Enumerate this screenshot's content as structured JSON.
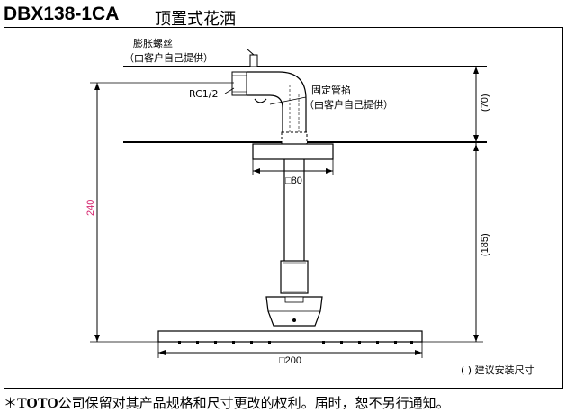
{
  "header": {
    "model": "DBX138-1CA",
    "product": "顶置式花洒"
  },
  "labels": {
    "expansion_screw": "膨胀螺丝",
    "expansion_screw_note": "（由客户自己提供）",
    "rc": "RC1/2",
    "fixing_pipe_clamp": "固定管掐",
    "fixing_pipe_clamp_note": "（由客户自己提供）",
    "dim_70": "(70)",
    "dim_185": "(185)",
    "dim_240": "240",
    "dim_80": "□80",
    "dim_200": "□200",
    "install_note": "( ) 建议安装尺寸"
  },
  "footer": {
    "star": "＊",
    "brand": "TOTO",
    "text": "公司保留对其产品规格和尺寸更改的权利。届时，恕不另行通知。"
  },
  "colors": {
    "line": "#000000",
    "accent_dim": "#d6246e"
  }
}
